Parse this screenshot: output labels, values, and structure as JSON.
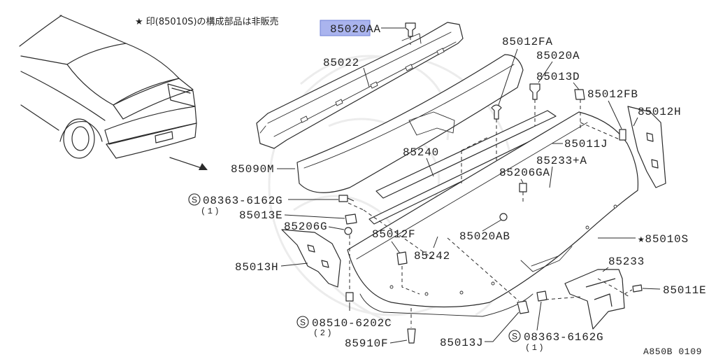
{
  "note": "★ 印(85010S)の構成部品は非販売",
  "figure_code": "A850B 0109",
  "colors": {
    "highlight": "#aab4ee",
    "highlight_border": "#6f7fd6",
    "line": "#2a2a2a"
  },
  "labels": {
    "p85020AA": "85020AA",
    "p85022": "85022",
    "p85012FA": "85012FA",
    "p85020A": "85020A",
    "p85013D": "85013D",
    "p85012FB": "85012FB",
    "p85012H": "85012H",
    "p85011J": "85011J",
    "p85240": "85240",
    "p85233A": "85233+A",
    "p85090M": "85090M",
    "p85206GA": "85206GA",
    "p85013E": "85013E",
    "p85206G": "85206G",
    "p85012F": "85012F",
    "p85020AB": "85020AB",
    "p85010S": "★85010S",
    "p85242": "85242",
    "p85013H": "85013H",
    "p85233": "85233",
    "p85011E": "85011E",
    "p85013J": "85013J",
    "p85910F": "85910F"
  },
  "standard_parts": [
    {
      "prefix": "S",
      "number": "08363-6162G",
      "qty": "(1)"
    },
    {
      "prefix": "S",
      "number": "08510-6202C",
      "qty": "(2)"
    },
    {
      "prefix": "S",
      "number": "08363-6162G",
      "qty": "(1)"
    }
  ]
}
